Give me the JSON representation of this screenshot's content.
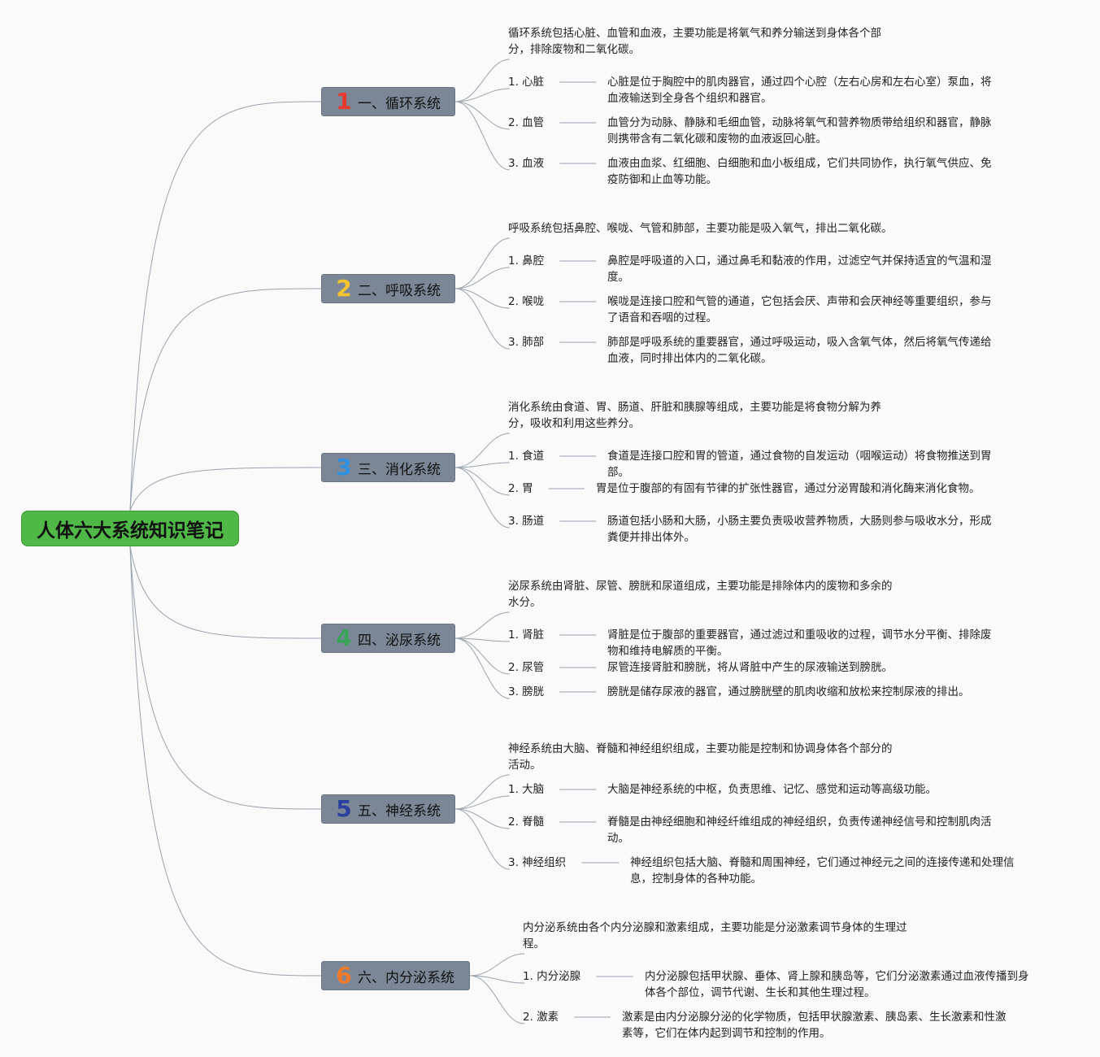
{
  "root": {
    "title": "人体六大系统知识笔记",
    "color": "#4fb846"
  },
  "branches": [
    {
      "num": "1",
      "num_color": "#e8392f",
      "title": "一、循环系统",
      "summary": [
        "循环系统包括心脏、血管和血液，主要功能是将氧气和养分输送到身体各个部",
        "分，排除废物和二氧化碳。"
      ],
      "items": [
        {
          "label": "1. 心脏",
          "desc": [
            "心脏是位于胸腔中的肌肉器官，通过四个心腔（左右心房和左右心室）泵血，将",
            "血液输送到全身各个组织和器官。"
          ]
        },
        {
          "label": "2. 血管",
          "desc": [
            "血管分为动脉、静脉和毛细血管，动脉将氧气和营养物质带给组织和器官，静脉",
            "则携带含有二氧化碳和废物的血液返回心脏。"
          ]
        },
        {
          "label": "3. 血液",
          "desc": [
            "血液由血浆、红细胞、白细胞和血小板组成，它们共同协作，执行氧气供应、免",
            "疫防御和止血等功能。"
          ]
        }
      ]
    },
    {
      "num": "2",
      "num_color": "#f4c430",
      "title": "二、呼吸系统",
      "summary": [
        "呼吸系统包括鼻腔、喉咙、气管和肺部，主要功能是吸入氧气，排出二氧化碳。"
      ],
      "items": [
        {
          "label": "1. 鼻腔",
          "desc": [
            "鼻腔是呼吸道的入口，通过鼻毛和黏液的作用，过滤空气并保持适宜的气温和湿",
            "度。"
          ]
        },
        {
          "label": "2. 喉咙",
          "desc": [
            "喉咙是连接口腔和气管的通道，它包括会厌、声带和会厌神经等重要组织，参与",
            "了语音和吞咽的过程。"
          ]
        },
        {
          "label": "3. 肺部",
          "desc": [
            "肺部是呼吸系统的重要器官，通过呼吸运动，吸入含氧气体，然后将氧气传递给",
            "血液，同时排出体内的二氧化碳。"
          ]
        }
      ]
    },
    {
      "num": "3",
      "num_color": "#2f8fe0",
      "title": "三、消化系统",
      "summary": [
        "消化系统由食道、胃、肠道、肝脏和胰腺等组成，主要功能是将食物分解为养",
        "分，吸收和利用这些养分。"
      ],
      "items": [
        {
          "label": "1. 食道",
          "desc": [
            "食道是连接口腔和胃的管道，通过食物的自发运动（咽喉运动）将食物推送到胃",
            "部。"
          ]
        },
        {
          "label": "2. 胃",
          "desc": [
            "胃是位于腹部的有固有节律的扩张性器官，通过分泌胃酸和消化酶来消化食物。"
          ]
        },
        {
          "label": "3. 肠道",
          "desc": [
            "肠道包括小肠和大肠，小肠主要负责吸收营养物质，大肠则参与吸收水分，形成",
            "粪便并排出体外。"
          ]
        }
      ]
    },
    {
      "num": "4",
      "num_color": "#3aa35a",
      "title": "四、泌尿系统",
      "summary": [
        "泌尿系统由肾脏、尿管、膀胱和尿道组成，主要功能是排除体内的废物和多余的",
        "水分。"
      ],
      "items": [
        {
          "label": "1. 肾脏",
          "desc": [
            "肾脏是位于腹部的重要器官，通过滤过和重吸收的过程，调节水分平衡、排除废",
            "物和维持电解质的平衡。"
          ]
        },
        {
          "label": "2. 尿管",
          "desc": [
            "尿管连接肾脏和膀胱，将从肾脏中产生的尿液输送到膀胱。"
          ]
        },
        {
          "label": "3. 膀胱",
          "desc": [
            "膀胱是储存尿液的器官，通过膀胱壁的肌肉收缩和放松来控制尿液的排出。"
          ]
        }
      ]
    },
    {
      "num": "5",
      "num_color": "#2a3f9e",
      "title": "五、神经系统",
      "summary": [
        "神经系统由大脑、脊髓和神经组织组成，主要功能是控制和协调身体各个部分的",
        "活动。"
      ],
      "items": [
        {
          "label": "1. 大脑",
          "desc": [
            "大脑是神经系统的中枢，负责思维、记忆、感觉和运动等高级功能。"
          ]
        },
        {
          "label": "2. 脊髓",
          "desc": [
            "脊髓是由神经细胞和神经纤维组成的神经组织，负责传递神经信号和控制肌肉活",
            "动。"
          ]
        },
        {
          "label": "3. 神经组织",
          "desc": [
            "神经组织包括大脑、脊髓和周围神经，它们通过神经元之间的连接传递和处理信",
            "息，控制身体的各种功能。"
          ]
        }
      ]
    },
    {
      "num": "6",
      "num_color": "#f07a2a",
      "title": "六、内分泌系统",
      "summary": [
        "内分泌系统由各个内分泌腺和激素组成，主要功能是分泌激素调节身体的生理过",
        "程。"
      ],
      "items": [
        {
          "label": "1. 内分泌腺",
          "desc": [
            "内分泌腺包括甲状腺、垂体、肾上腺和胰岛等，它们分泌激素通过血液传播到身",
            "体各个部位，调节代谢、生长和其他生理过程。"
          ]
        },
        {
          "label": "2. 激素",
          "desc": [
            "激素是由内分泌腺分泌的化学物质，包括甲状腺激素、胰岛素、生长激素和性激",
            "素等，它们在体内起到调节和控制的作用。"
          ]
        }
      ]
    }
  ]
}
